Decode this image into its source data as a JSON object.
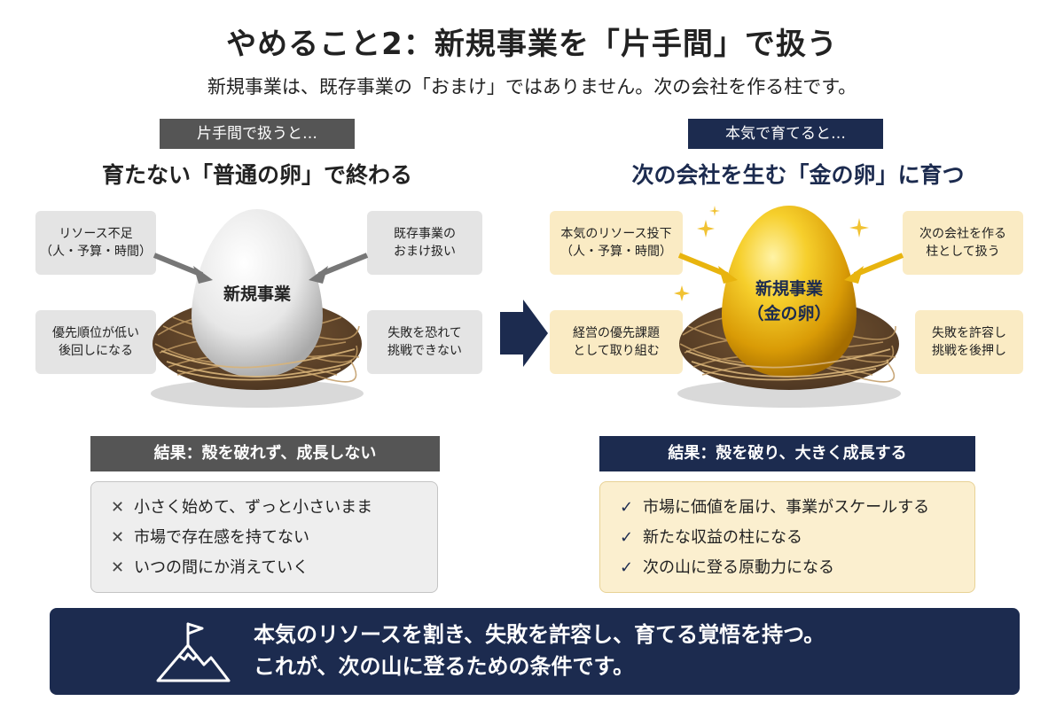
{
  "header": {
    "title": "やめること2：新規事業を「片手間」で扱う",
    "subtitle": "新規事業は、既存事業の「おまけ」ではありません。次の会社を作る柱です。"
  },
  "left": {
    "tag": "片手間で扱うと…",
    "heading": "育たない「普通の卵」で終わる",
    "egg_label": "新規事業",
    "boxes": {
      "top_left": "リソース不足\n（人・予算・時間）",
      "top_right": "既存事業の\nおまけ扱い",
      "bottom_left": "優先順位が低い\n後回しになる",
      "bottom_right": "失敗を恐れて\n挑戦できない"
    },
    "result": "結果：殻を破れず、成長しない",
    "items": [
      "小さく始めて、ずっと小さいまま",
      "市場で存在感を持てない",
      "いつの間にか消えていく"
    ],
    "mark": "✕"
  },
  "right": {
    "tag": "本気で育てると…",
    "heading": "次の会社を生む「金の卵」に育つ",
    "egg_label": "新規事業\n（金の卵）",
    "boxes": {
      "top_left": "本気のリソース投下\n（人・予算・時間）",
      "top_right": "次の会社を作る\n柱として扱う",
      "bottom_left": "経営の優先課題\nとして取り組む",
      "bottom_right": "失敗を許容し\n挑戦を後押し"
    },
    "result": "結果：殻を破り、大きく成長する",
    "items": [
      "市場に価値を届け、事業がスケールする",
      "新たな収益の柱になる",
      "次の山に登る原動力になる"
    ],
    "mark": "✓"
  },
  "footer": {
    "text": "本気のリソースを割き、失敗を許容し、育てる覚悟を持つ。\nこれが、次の山に登るための条件です。"
  },
  "colors": {
    "navy": "#1c2b4f",
    "dark_gray": "#555555",
    "gold": "#e8b40e",
    "gray_box": "#e4e4e4",
    "gold_box": "#faebc4"
  }
}
